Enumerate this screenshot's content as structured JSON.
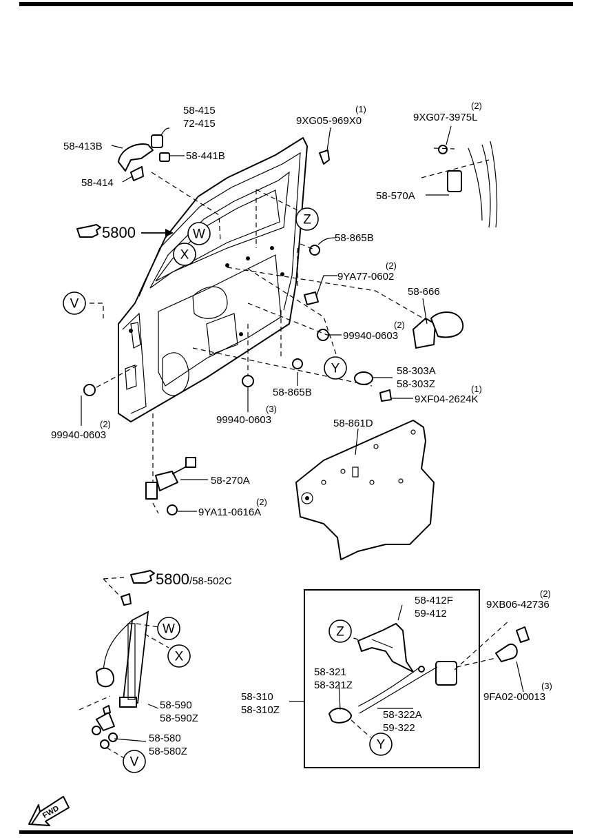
{
  "header_rule": true,
  "callouts": {
    "v": "V",
    "w": "W",
    "x": "X",
    "y": "Y",
    "z": "Z"
  },
  "refs": {
    "section_main": "5800",
    "section_lower": "5800",
    "section_lower_suffix": "/58-502C"
  },
  "parts": {
    "p58_415": "58-415",
    "p72_415": "72-415",
    "p58_413B": "58-413B",
    "p58_441B": "58-441B",
    "p58_414": "58-414",
    "p9XG05": "9XG05-969X0",
    "q9XG05": "(1)",
    "p9XG07": "9XG07-3975L",
    "q9XG07": "(2)",
    "p58_570A": "58-570A",
    "p58_865B_top": "58-865B",
    "p9YA77": "9YA77-0602",
    "q9YA77": "(2)",
    "p58_666": "58-666",
    "p99940_right": "99940-0603",
    "q99940_right": "(2)",
    "p58_303A": "58-303A",
    "p58_303Z": "58-303Z",
    "p9XF04": "9XF04-2624K",
    "q9XF04": "(1)",
    "p58_865B_bot": "58-865B",
    "p99940_mid": "99940-0603",
    "q99940_mid": "(3)",
    "p99940_left": "99940-0603",
    "q99940_left": "(2)",
    "p58_861D": "58-861D",
    "p58_270A": "58-270A",
    "p9YA11": "9YA11-0616A",
    "q9YA11": "(2)",
    "p58_590": "58-590",
    "p58_590Z": "58-590Z",
    "p58_580": "58-580",
    "p58_580Z": "58-580Z",
    "p58_412F": "58-412F",
    "p59_412": "59-412",
    "p58_321": "58-321",
    "p58_321Z": "58-321Z",
    "p58_310": "58-310",
    "p58_310Z": "58-310Z",
    "p58_322A": "58-322A",
    "p59_322": "59-322",
    "p9XB06": "9XB06-42736",
    "q9XB06": "(2)",
    "p9FA02": "9FA02-00013",
    "q9FA02": "(3)"
  },
  "fwd_label": "FWD"
}
